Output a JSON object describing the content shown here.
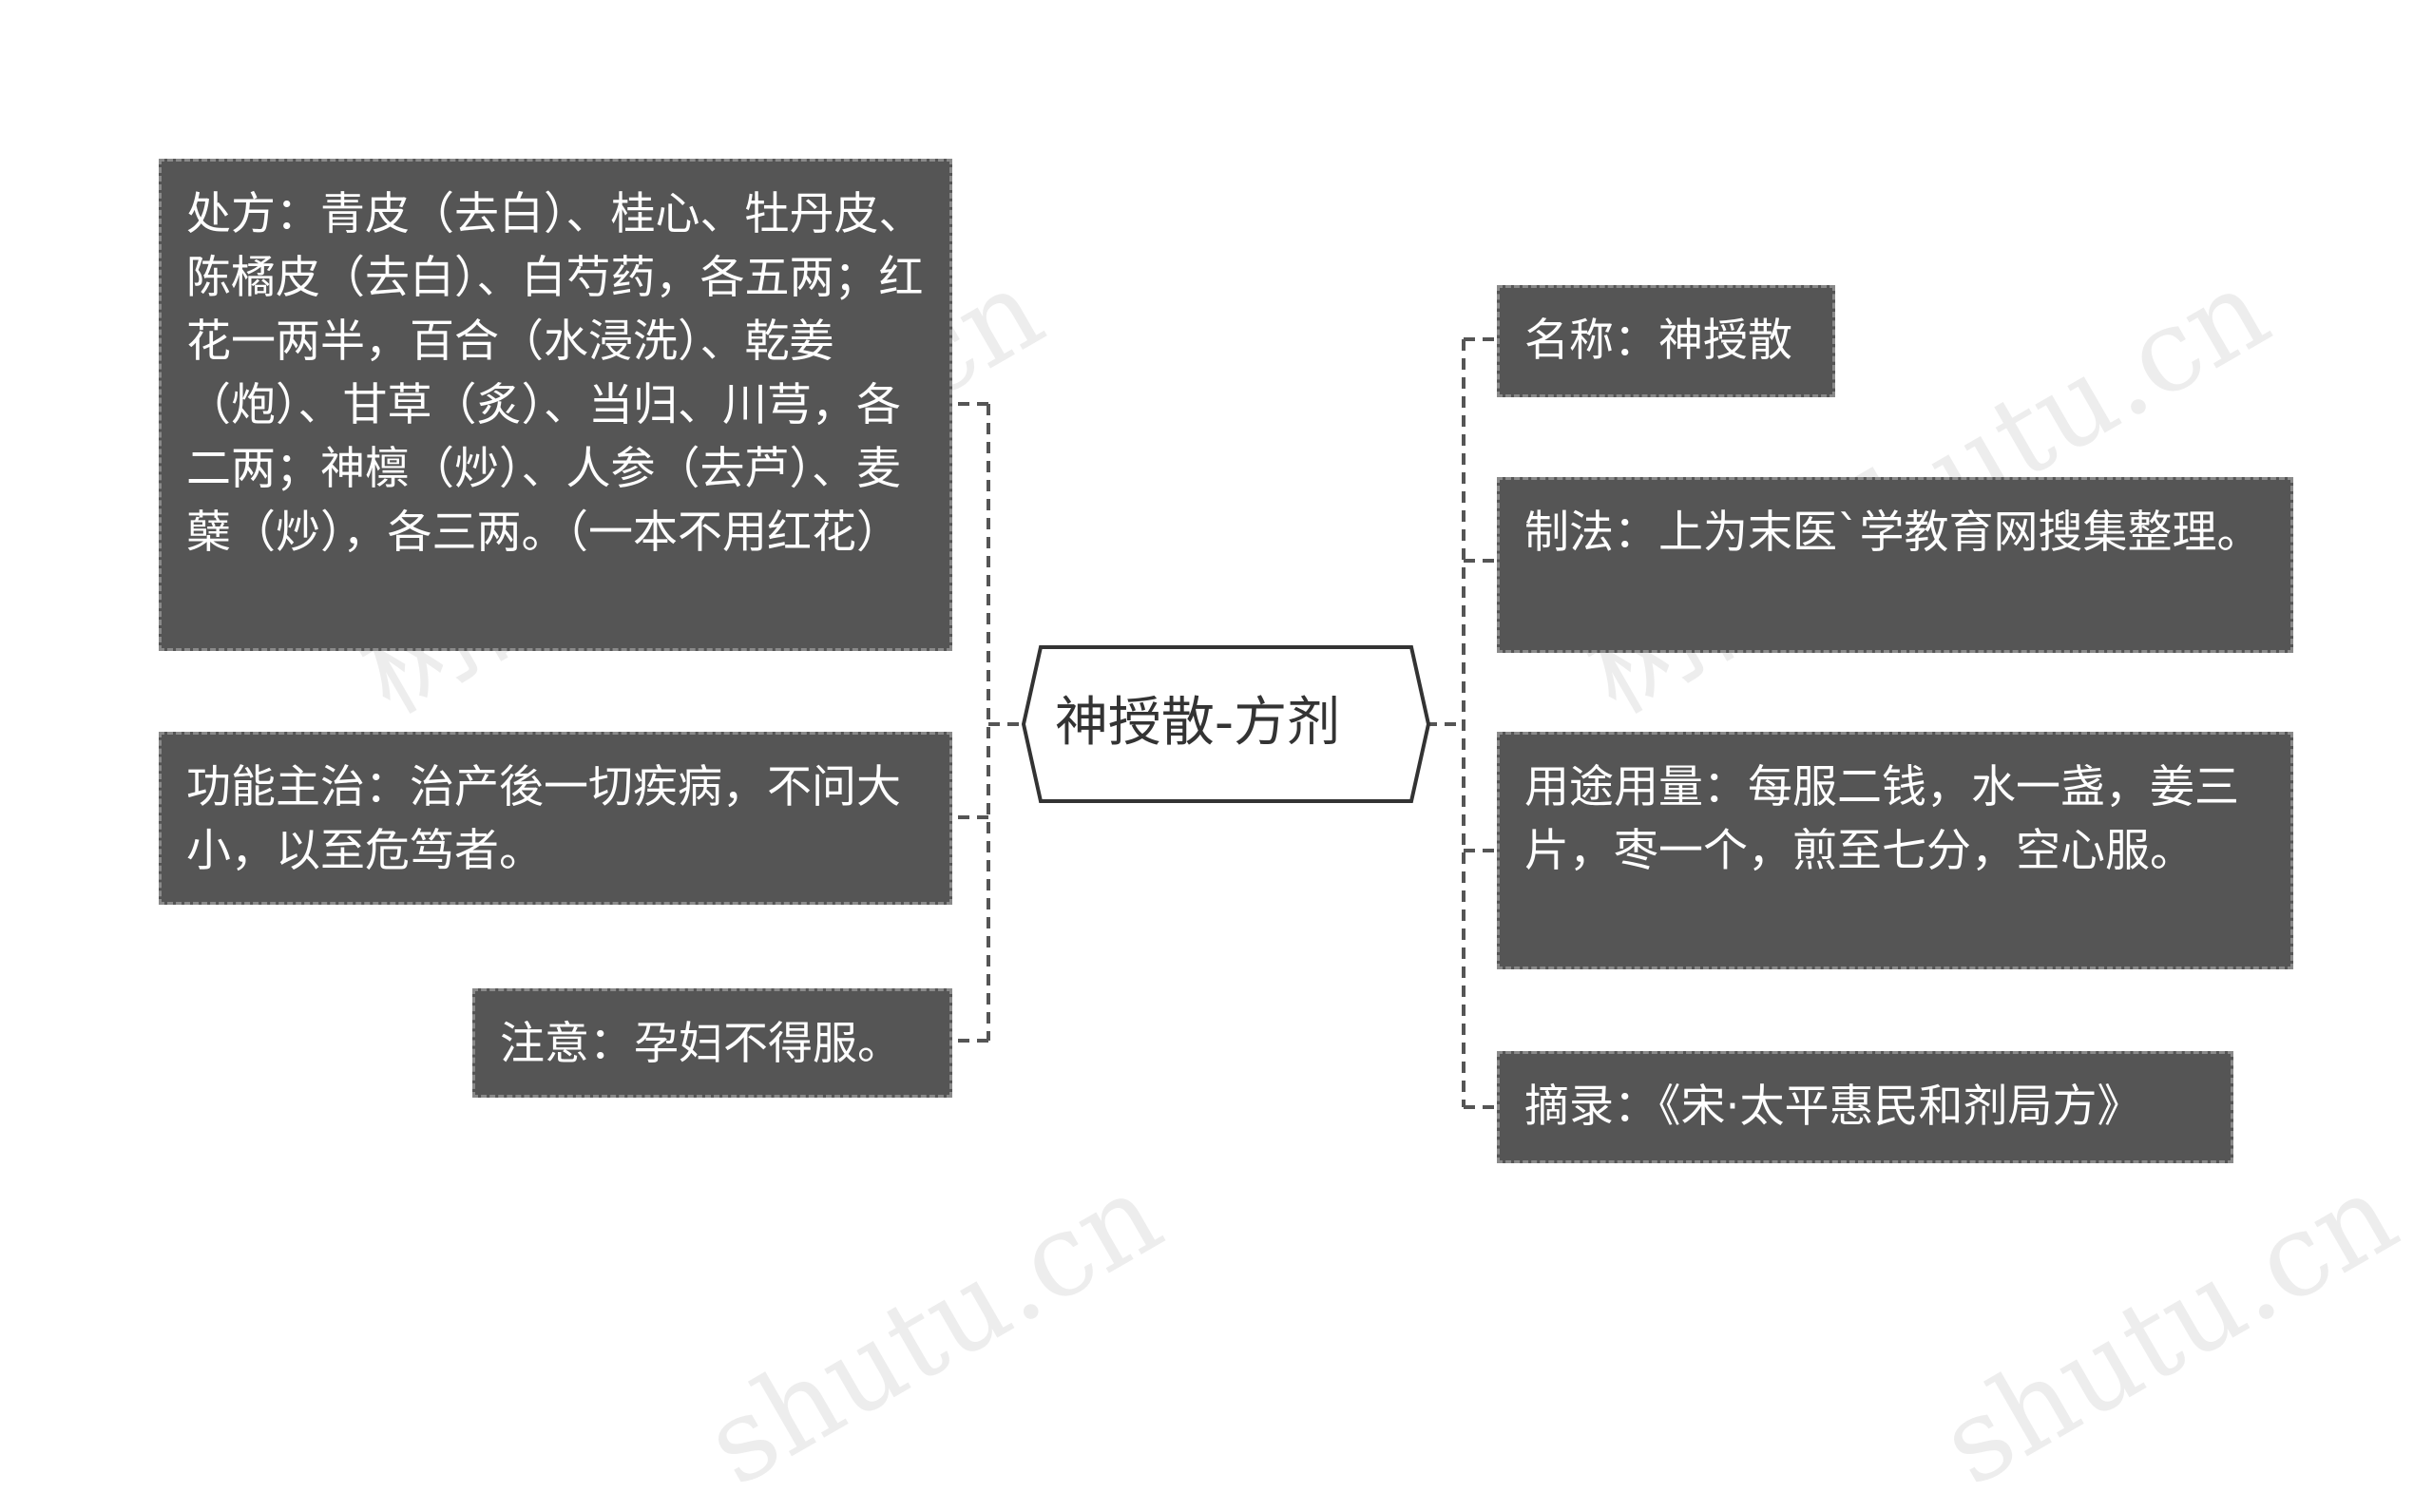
{
  "center": {
    "title": "神授散-方剂"
  },
  "left_nodes": [
    {
      "id": "prescription",
      "text": "处方：青皮（去白）、桂心、牡丹皮、陈橘皮（去白）、白芍药，各五两；红花一两半，百合（水浸洗）、乾姜（炮）、甘草（炙）、当归、川芎，各二两；神檩（炒）、人参（去芦）、麦蘖（炒），各三两。（一本不用红花）"
    },
    {
      "id": "function",
      "text": "功能主治：治产後一切疾病，不问大小，以至危笃者。"
    },
    {
      "id": "caution",
      "text": "注意：孕妇不得服。"
    }
  ],
  "right_nodes": [
    {
      "id": "name",
      "text": "名称：神授散"
    },
    {
      "id": "method",
      "text": "制法：上为末医`学教育网搜集整理。"
    },
    {
      "id": "usage",
      "text": "用途用量：每服二钱，水一盏，姜三片，枣一个，煎至七分，空心服。"
    },
    {
      "id": "source",
      "text": "摘录：《宋·太平惠民和剂局方》"
    }
  ],
  "watermarks": [
    "树图 shutu.cn",
    "树图 shutu.cn",
    "shutu.cn",
    "shutu.cn"
  ],
  "colors": {
    "node_fill": "#555555",
    "node_text": "#ffffff",
    "connector": "#555555",
    "center_border": "#333333"
  }
}
